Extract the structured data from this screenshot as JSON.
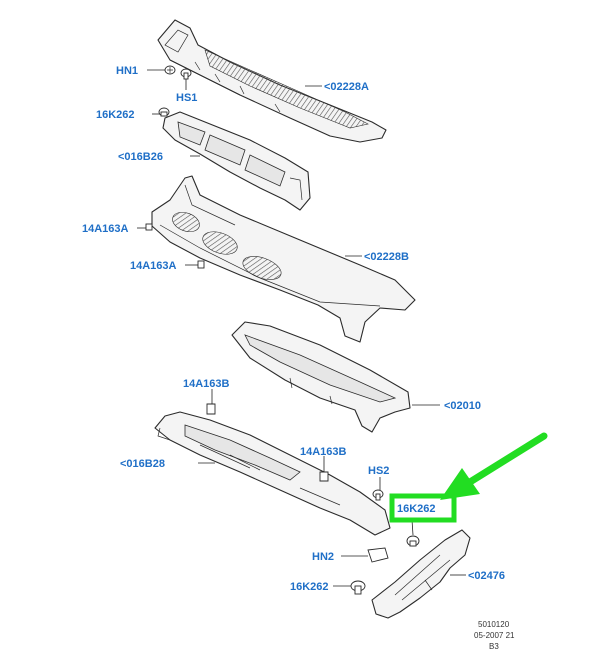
{
  "labels": {
    "hn1": "HN1",
    "hs1": "HS1",
    "c02228a": "<02228A",
    "k262_top": "16K262",
    "c016b26": "<016B26",
    "a163a_1": "14A163A",
    "a163a_2": "14A163A",
    "c02228b": "<02228B",
    "c02010": "<02010",
    "b163b_1": "14A163B",
    "c016b28": "<016B28",
    "b163b_2": "14A163B",
    "hs2": "HS2",
    "k262_highlight": "16K262",
    "hn2": "HN2",
    "c02476": "<02476",
    "k262_bottom": "16K262"
  },
  "reference": {
    "line1": "5010120",
    "line2": "05-2007 21",
    "line3": "B3"
  },
  "colors": {
    "label": "#1f6fc7",
    "highlight": "#22dd22",
    "line": "#2b2b2b"
  }
}
